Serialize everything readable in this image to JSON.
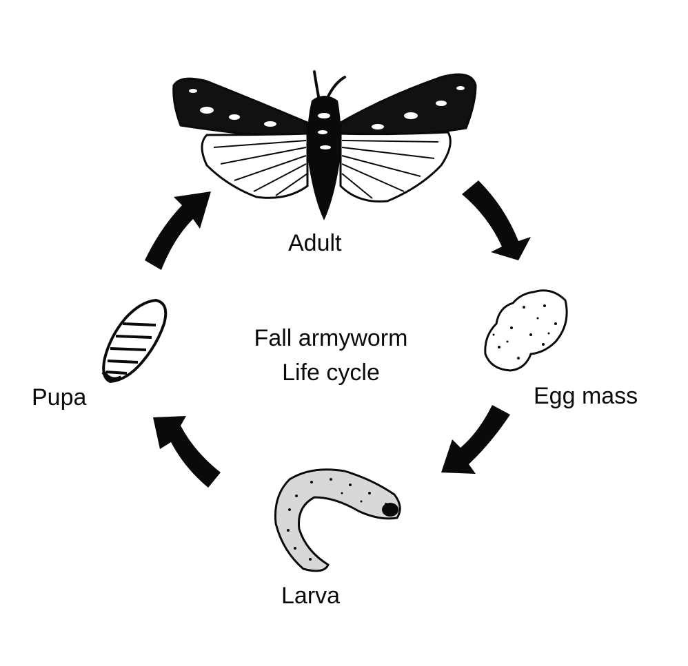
{
  "diagram": {
    "title_line1": "Fall armyworm",
    "title_line2": "Life cycle",
    "stages": {
      "adult": "Adult",
      "egg_mass": "Egg mass",
      "larva": "Larva",
      "pupa": "Pupa"
    },
    "colors": {
      "ink": "#0a0a0a",
      "background": "#ffffff"
    }
  }
}
